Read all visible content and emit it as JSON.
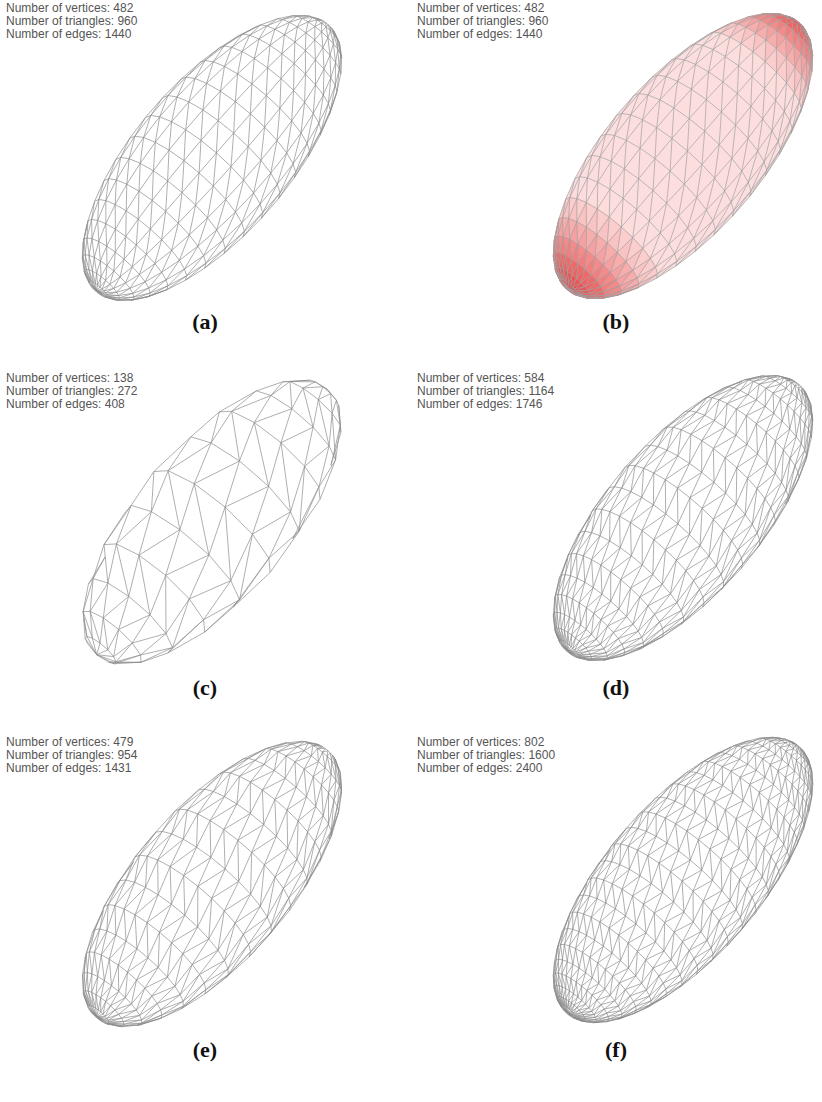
{
  "diagram": {
    "labels": [
      "Number of vertices: 482",
      "Number of triangles: 960",
      "Number of edges: 1440",
      "Number of vertices: 482",
      "Number of triangles: 960",
      "Number of edges: 1440",
      "(a)",
      "(b)",
      "Number of vertices: 138",
      "Number of triangles: 272",
      "Number of edges: 408",
      "Number of vertices: 584",
      "Number of triangles: 1164",
      "Number of edges: 1746",
      "(c)",
      "(d)",
      "Number of vertices: 479",
      "Number of triangles: 954",
      "Number of edges: 1431",
      "Number of vertices: 802",
      "Number of triangles: 1600",
      "Number of edges: 2400",
      "(e)",
      "(f)"
    ]
  }
}
